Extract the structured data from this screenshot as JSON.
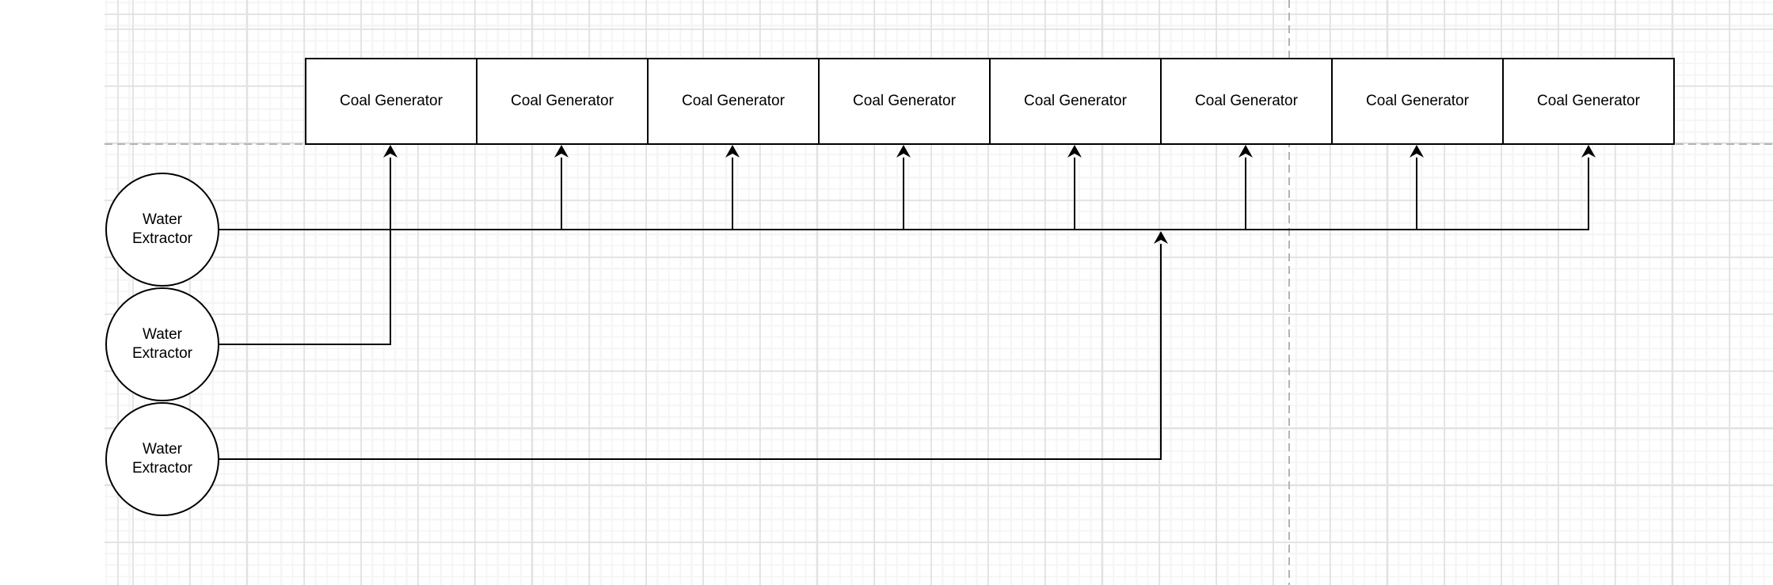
{
  "diagram": {
    "generators": [
      {
        "label": "Coal Generator"
      },
      {
        "label": "Coal Generator"
      },
      {
        "label": "Coal Generator"
      },
      {
        "label": "Coal Generator"
      },
      {
        "label": "Coal Generator"
      },
      {
        "label": "Coal Generator"
      },
      {
        "label": "Coal Generator"
      },
      {
        "label": "Coal Generator"
      }
    ],
    "extractors": [
      {
        "label": "Water Extractor",
        "lines": [
          "Water",
          "Extractor"
        ]
      },
      {
        "label": "Water Extractor",
        "lines": [
          "Water",
          "Extractor"
        ]
      },
      {
        "label": "Water Extractor",
        "lines": [
          "Water",
          "Extractor"
        ]
      }
    ],
    "edges": [
      {
        "from": "water-extractor-1",
        "to": "coal-generator-2",
        "via": "bus"
      },
      {
        "from": "water-extractor-1",
        "to": "coal-generator-3",
        "via": "bus"
      },
      {
        "from": "water-extractor-1",
        "to": "coal-generator-4",
        "via": "bus"
      },
      {
        "from": "water-extractor-1",
        "to": "coal-generator-5",
        "via": "bus"
      },
      {
        "from": "water-extractor-1",
        "to": "coal-generator-6",
        "via": "bus"
      },
      {
        "from": "water-extractor-1",
        "to": "coal-generator-7",
        "via": "bus"
      },
      {
        "from": "water-extractor-1",
        "to": "coal-generator-8",
        "via": "bus-end"
      },
      {
        "from": "water-extractor-2",
        "to": "coal-generator-1",
        "via": "direct"
      },
      {
        "from": "water-extractor-3",
        "to": "water-extractor-1-bus",
        "via": "direct"
      }
    ],
    "colors": {
      "background": "#ffffff",
      "node_fill": "#ffffff",
      "node_stroke": "#000000",
      "edge_stroke": "#000000",
      "page_boundary_dash": "#b3b3b3",
      "grid_minor": "#f5f5f5",
      "grid_major": "#e2e2e2"
    }
  }
}
